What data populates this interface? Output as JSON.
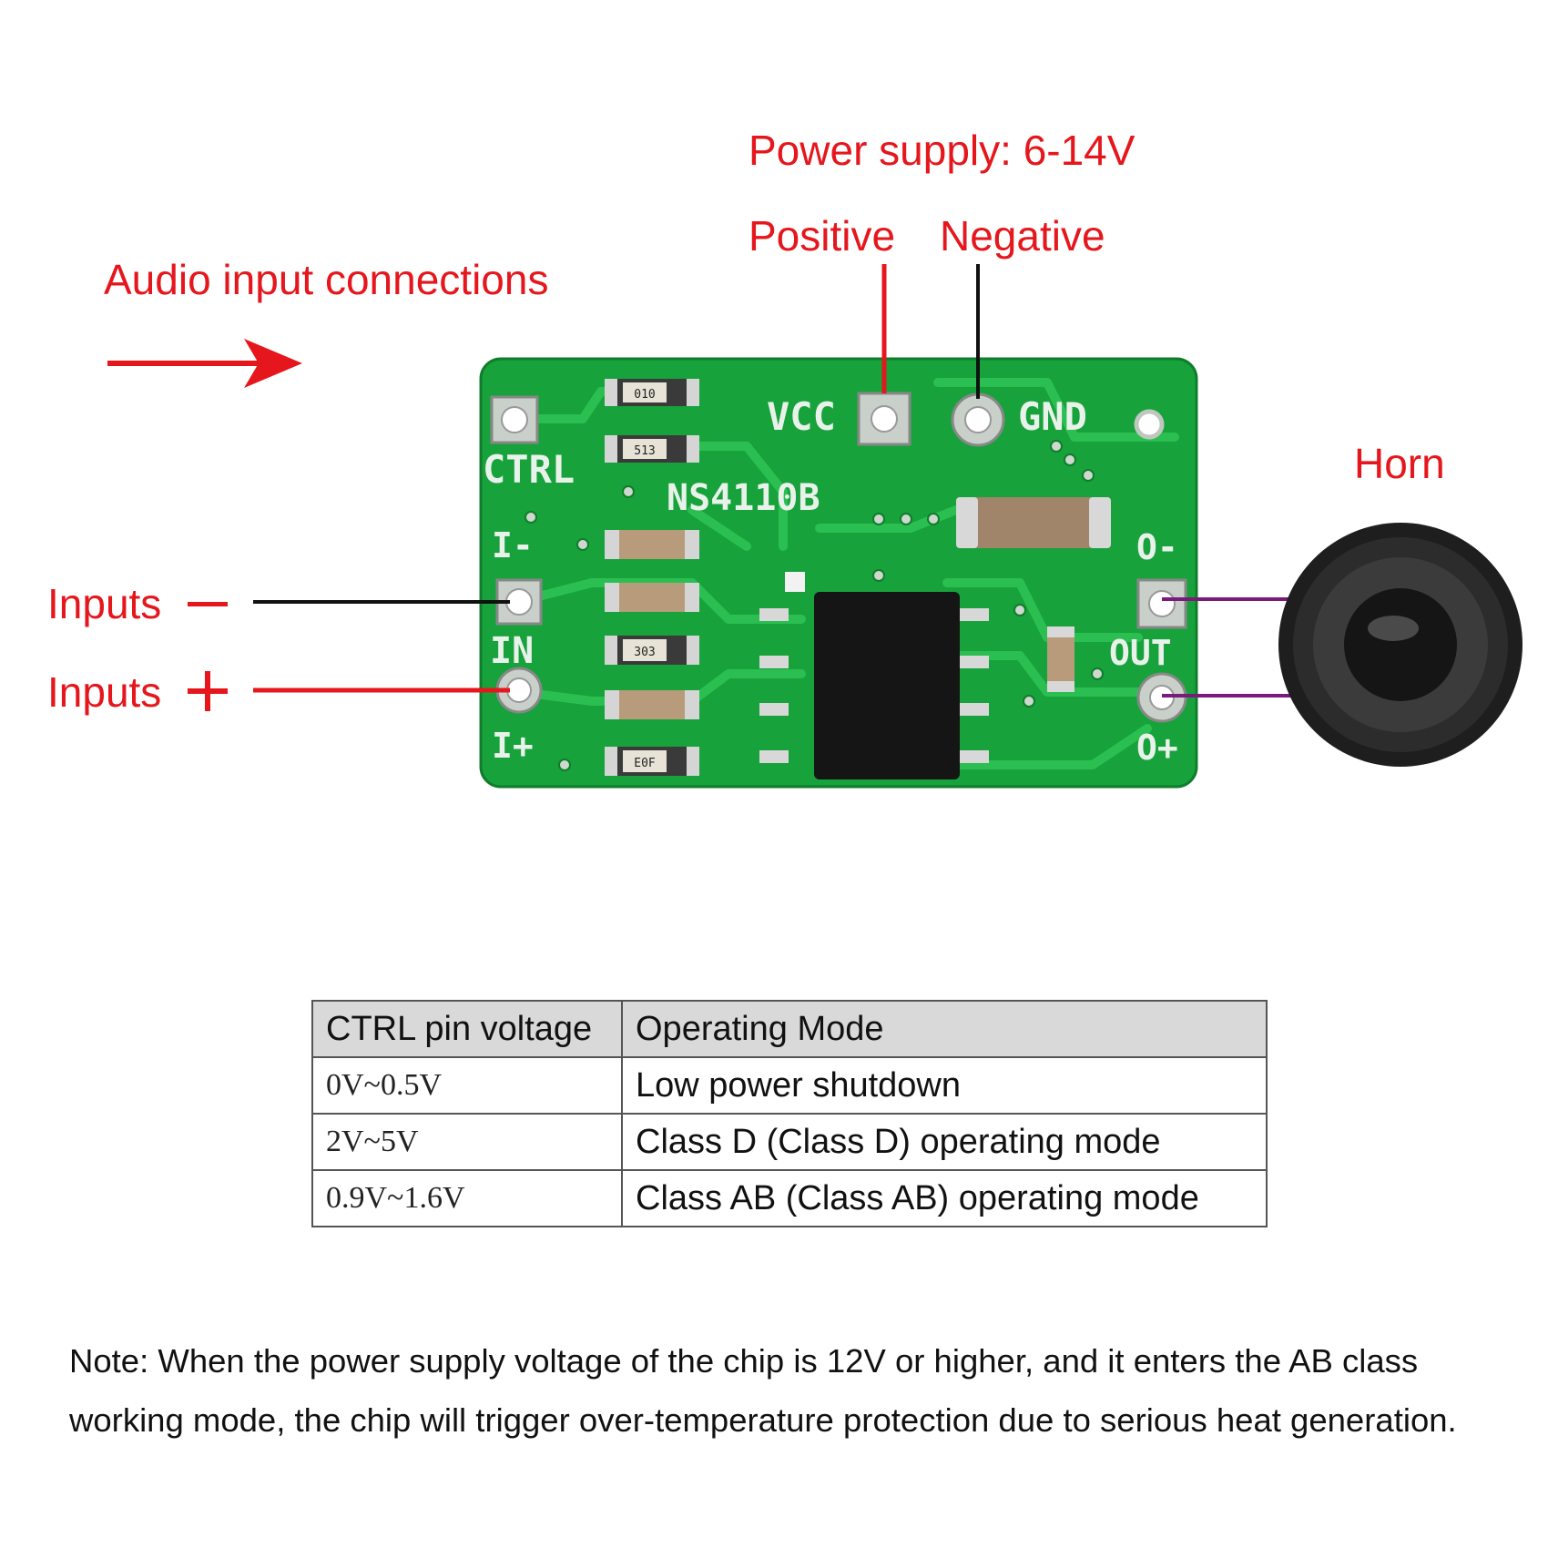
{
  "labels": {
    "power_supply": "Power supply: 6-14V",
    "positive": "Positive",
    "negative": "Negative",
    "audio_input": "Audio input connections",
    "horn": "Horn",
    "inputs_minus": "Inputs",
    "inputs_plus": "Inputs"
  },
  "pcb": {
    "chip_name": "NS4110B",
    "vcc": "VCC",
    "gnd": "GND",
    "ctrl": "CTRL",
    "i_minus": "I-",
    "in": "IN",
    "i_plus": "I+",
    "o_minus": "O-",
    "out": "OUT",
    "o_plus": "O+",
    "resistor_codes": [
      "010",
      "513",
      "303",
      "E0F"
    ]
  },
  "table": {
    "headers": [
      "CTRL pin voltage",
      "Operating Mode"
    ],
    "rows": [
      [
        "0V~0.5V",
        "Low power shutdown"
      ],
      [
        "2V~5V",
        "Class D (Class D) operating mode"
      ],
      [
        "0.9V~1.6V",
        "Class AB (Class AB) operating mode"
      ]
    ]
  },
  "note": "Note: When the power supply voltage of the chip is 12V or higher, and it enters the AB class working mode, the chip will trigger over-temperature protection due to serious heat generation.",
  "colors": {
    "label_red": "#e5171d",
    "pcb_green": "#17a23b",
    "speaker_wire": "#7a1a7a"
  }
}
